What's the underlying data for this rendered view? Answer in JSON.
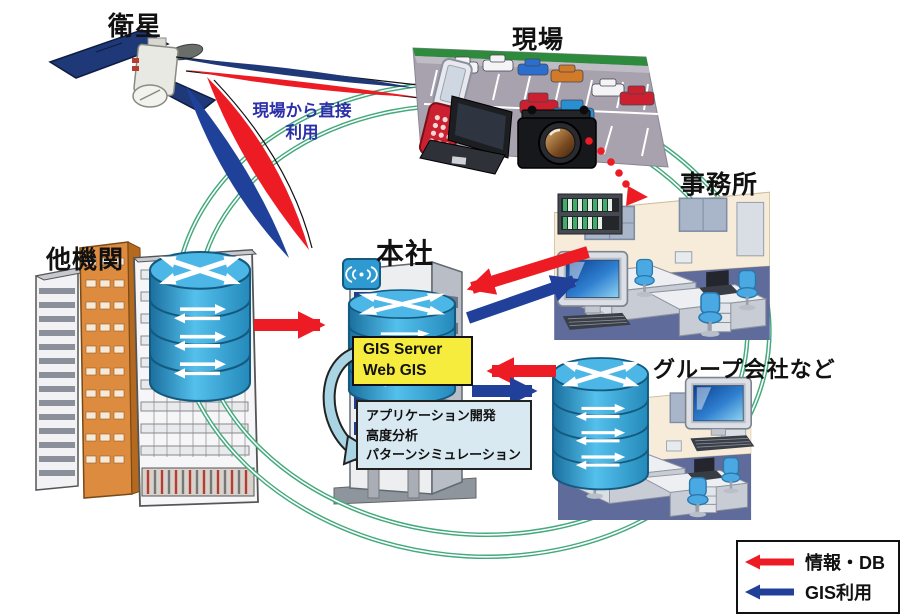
{
  "labels": {
    "satellite": "衛星",
    "field": "現場",
    "office": "事務所",
    "headquarters": "本社",
    "other_orgs": "他機関",
    "group_companies": "グループ会社など",
    "direct_use_line1": "現場から直接",
    "direct_use_line2": "利用"
  },
  "hq": {
    "server_box": {
      "line1": "GIS Server",
      "line2": "Web GIS"
    },
    "app_box": {
      "line1": "アプリケーション開発",
      "line2": "高度分析",
      "line3": "パターンシミュレーション"
    }
  },
  "legend": {
    "items": [
      {
        "label": "情報・DB",
        "color": "#ed1c24"
      },
      {
        "label": "GIS利用",
        "color": "#21409a"
      }
    ]
  },
  "colors": {
    "info_db_arrow": "#ed1c24",
    "gis_use_arrow": "#21409a",
    "network_ring_green": "#44a97d",
    "server_box_yellow": "#f6ec3d",
    "app_box_lightblue": "#d8e9f2",
    "router_blue": "#2f9ad2",
    "direct_use_text_blue": "#2b2fa8",
    "satellite_panel_navy": "#1e3878"
  }
}
